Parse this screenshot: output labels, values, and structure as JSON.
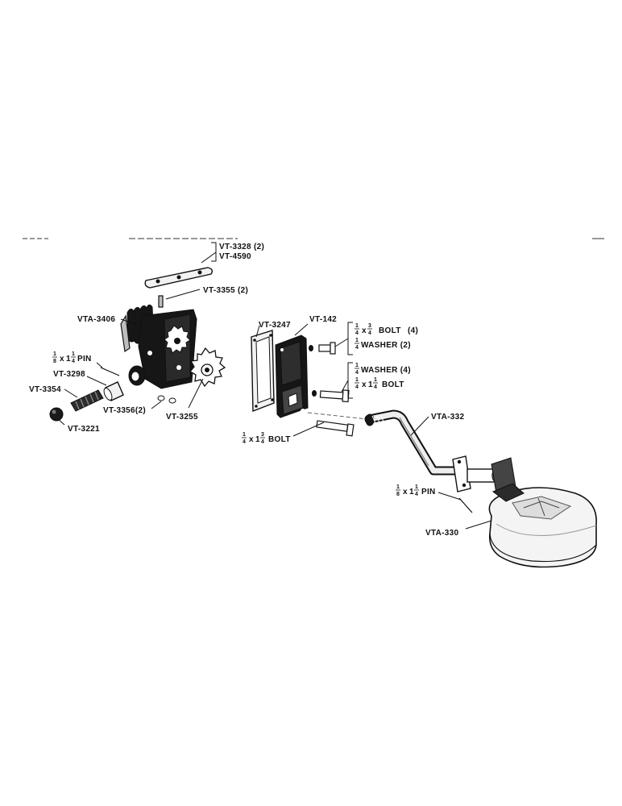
{
  "labels": {
    "vt3328": "VT-3328 (2)",
    "vt4590": "VT-4590",
    "vt3355": "VT-3355 (2)",
    "vta3406": "VTA-3406",
    "pin_left": "PIN",
    "vt3298": "VT-3298",
    "vt3354": "VT-3354",
    "vt3356": "VT-3356(2)",
    "vt3255": "VT-3255",
    "vt3221": "VT-3221",
    "vt3247": "VT-3247",
    "vt142": "VT-142",
    "bolt_top": "BOLT",
    "bolt_top_qty": "(4)",
    "washer_top": "WASHER (2)",
    "washer_mid": "WASHER (4)",
    "bolt_mid": "BOLT",
    "bolt_low": "BOLT",
    "vta332": "VTA-332",
    "pin_right": "PIN",
    "vta330": "VTA-330"
  },
  "fractions": {
    "one": "1",
    "two": "2",
    "three": "3",
    "four": "4",
    "eight": "8"
  },
  "colors": {
    "ink": "#111111",
    "paper": "#ffffff"
  },
  "icons": [
    "oil-pump-housing",
    "pump-gear",
    "pressure-spring",
    "relief-plunger",
    "ball",
    "cover-plate",
    "gasket",
    "bolt",
    "washer",
    "suction-pipe",
    "oil-screen-float"
  ]
}
